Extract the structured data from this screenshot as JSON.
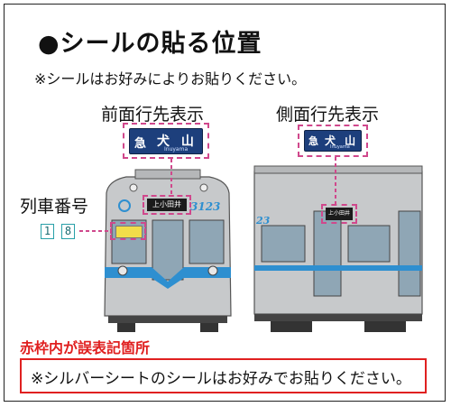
{
  "title": "●シールの貼る位置",
  "note": "※シールはお好みによりお貼りください。",
  "labels": {
    "front": "前面行先表示",
    "side": "側面行先表示",
    "number": "列車番号"
  },
  "front_sign": {
    "kyu": "急",
    "destination": "犬 山",
    "romaji": "Inuyama"
  },
  "side_sign": {
    "kyu": "急",
    "destination": "犬 山",
    "romaji": "Inuyama"
  },
  "front_panel": "上小田井",
  "side_panel": "上小田井",
  "train_numbers": [
    "1",
    "8"
  ],
  "car_number_front": "3123",
  "car_number_side": "23",
  "error_label": "赤枠内が誤表記箇所",
  "silver_note": "※シルバーシートのシールはお好みでお貼りください。",
  "colors": {
    "accent_dash": "#d0488c",
    "sign_blue": "#1d3f7c",
    "stripe_blue": "#2e8fd0",
    "error_red": "#e02020",
    "car_gray": "#c7c9cb",
    "window_gray": "#8fa6b5"
  }
}
